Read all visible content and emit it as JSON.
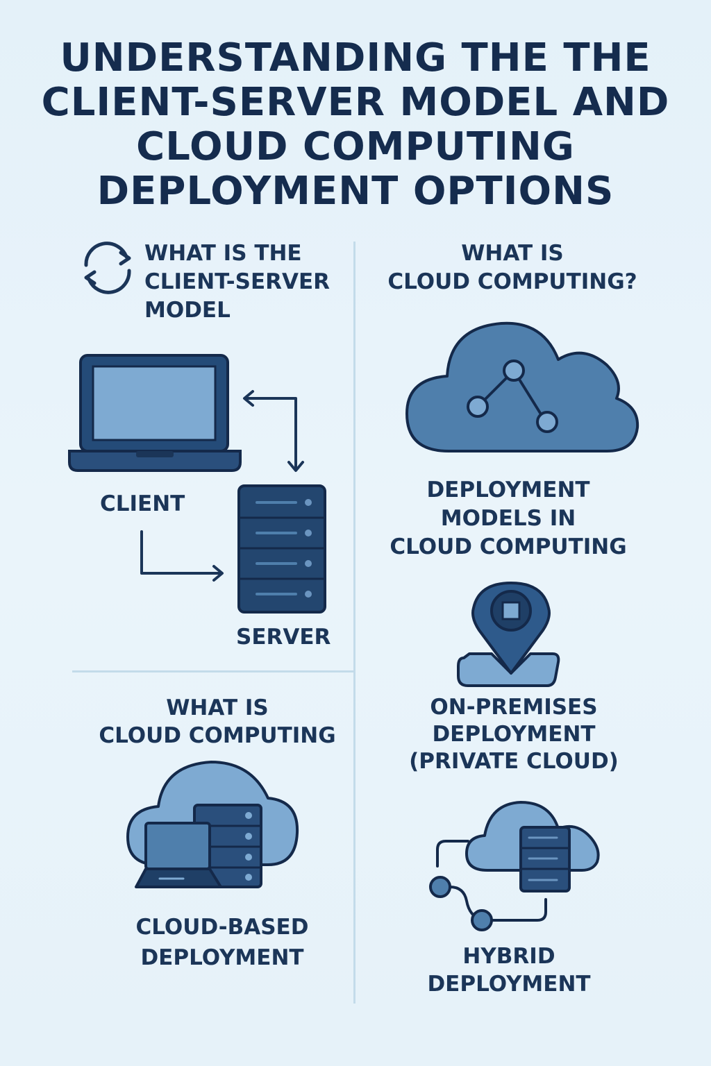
{
  "title": {
    "line1": "UNDERSTANDING THE THE",
    "line2": "CLIENT-SERVER MODEL AND",
    "line3": "CLOUD COMPUTING",
    "line4": "DEPLOYMENT OPTIONS"
  },
  "client_server": {
    "heading_line1": "WHAT IS THE",
    "heading_line2": "CLIENT-SERVER",
    "heading_line3": "MODEL",
    "client_label": "CLIENT",
    "server_label": "SERVER"
  },
  "cloud_right": {
    "heading_line1": "WHAT IS",
    "heading_line2": "CLOUD COMPUTING?"
  },
  "deployment_models": {
    "line1": "DEPLOYMENT",
    "line2": "MODELS IN",
    "line3": "CLOUD COMPUTING"
  },
  "on_premises": {
    "line1": "ON-PREMISES",
    "line2": "DEPLOYMENT",
    "line3": "(PRIVATE CLOUD)"
  },
  "cloud_left": {
    "heading_line1": "WHAT IS",
    "heading_line2": "CLOUD COMPUTING"
  },
  "cloud_based": {
    "line1": "CLOUD-BASED",
    "line2": "DEPLOYMENT"
  },
  "hybrid": {
    "line1": "HYBRID",
    "line2": "DEPLOYMENT"
  },
  "colors": {
    "navy": "#1b3558",
    "dark_blue": "#2a4f7c",
    "mid_blue": "#4f7fac",
    "light_blue": "#7eaad2",
    "background": "#e6f2f9"
  },
  "icons": [
    "refresh-icon",
    "laptop-icon",
    "server-icon",
    "cloud-network-icon",
    "location-pin-icon",
    "cloud-devices-icon",
    "hybrid-cloud-icon"
  ]
}
